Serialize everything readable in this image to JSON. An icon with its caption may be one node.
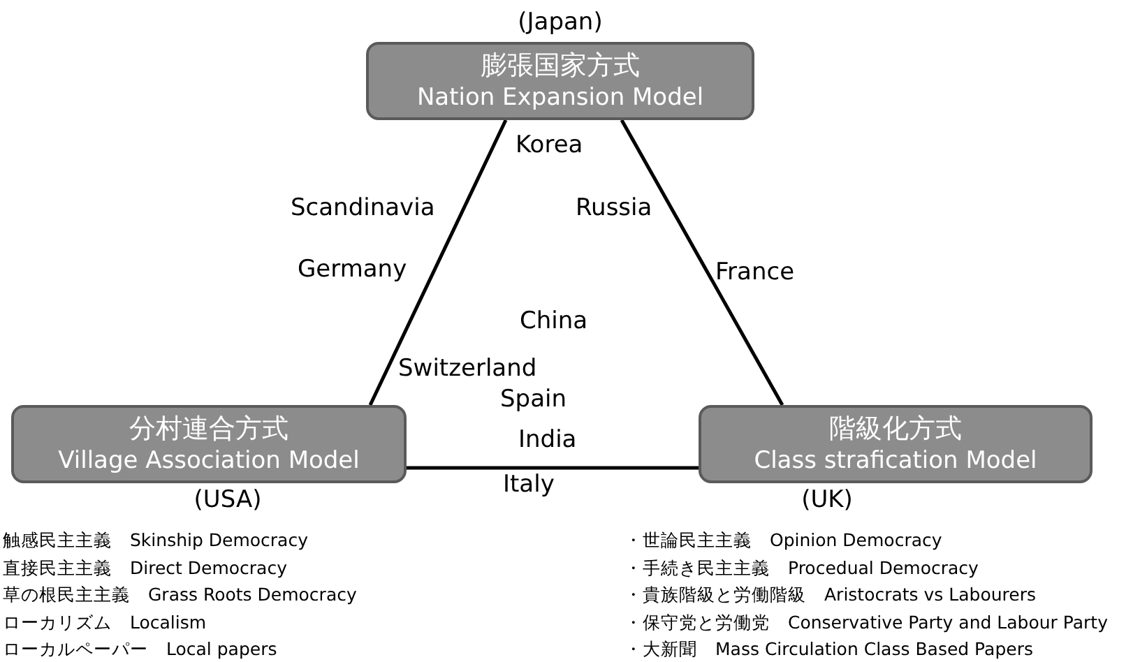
{
  "diagram": {
    "nodes": [
      {
        "text": [
          "膨張国家方式",
          "Nation Expansion Model"
        ],
        "beside": [
          "(Japan)"
        ]
      },
      {
        "text": [
          "分村連合方式",
          "Village Association Model"
        ],
        "beside": [
          "(USA)"
        ]
      },
      {
        "text": [
          "階級化方式",
          "Class strafication Model"
        ],
        "beside": [
          "(UK)"
        ]
      }
    ],
    "edges": [
      {
        "from": 0,
        "to": 1,
        "arrow": "none"
      },
      {
        "from": 0,
        "to": 2,
        "arrow": "none"
      },
      {
        "from": 1,
        "to": 2,
        "arrow": "none"
      }
    ],
    "labels": [
      "Korea",
      "Scandinavia",
      "Russia",
      "Germany",
      "France",
      "China",
      "Switzerland",
      "Spain",
      "India",
      "Italy",
      "触感民主主義　Skinship Democracy",
      "直接民主主義　Direct Democracy",
      "草の根民主主義　Grass Roots Democracy",
      "ローカリズム　Localism",
      "ローカルペーパー　Local papers",
      "・世論民主主義　Opinion Democracy",
      "・手続き民主主義　Procedual Democracy",
      "・貴族階級と労働階級　Aristocrats vs Labourers",
      "・保守党と労働党　Conservative Party and Labour Party",
      "・大新聞　Mass Circulation Class Based Papers"
    ]
  }
}
